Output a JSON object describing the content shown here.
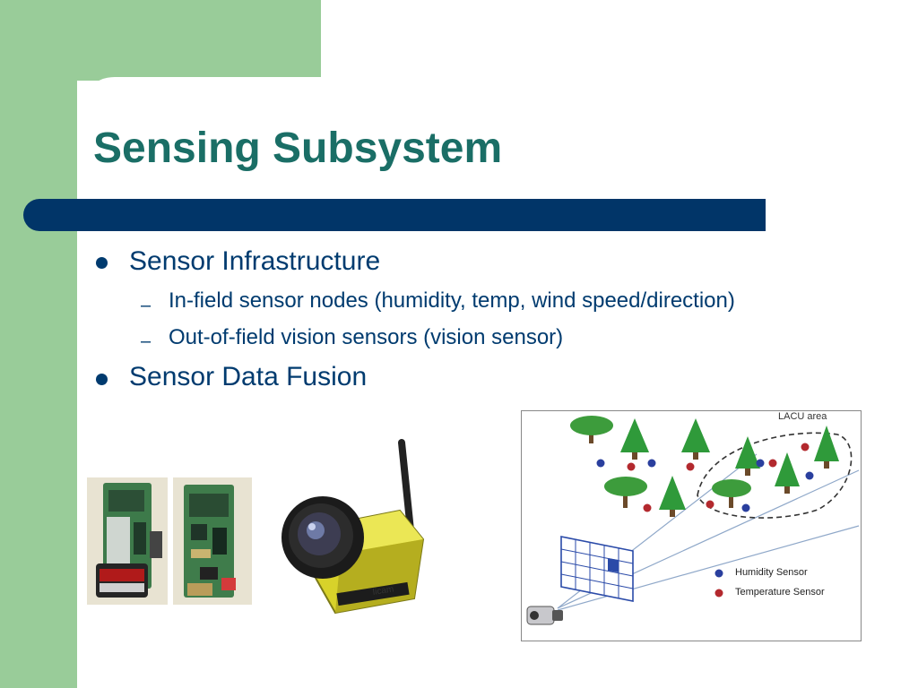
{
  "slide": {
    "title": "Sensing Subsystem",
    "bullets": [
      {
        "text": "Sensor Infrastructure",
        "sub": [
          "In-field sensor nodes (humidity, temp, wind speed/direction)",
          "Out-of-field vision sensors (vision sensor)"
        ]
      },
      {
        "text": "Sensor Data Fusion"
      }
    ],
    "sub_marker": "–"
  },
  "diagram": {
    "area_label": "LACU area",
    "legend": [
      {
        "label": "Humidity Sensor",
        "color": "#2a3f9e"
      },
      {
        "label": "Temperature Sensor",
        "color": "#b3292e"
      }
    ]
  },
  "camera": {
    "brand_label": "Iicam"
  }
}
